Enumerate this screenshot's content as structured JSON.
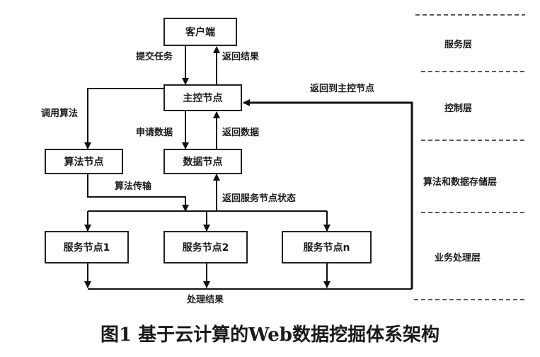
{
  "nodes": {
    "client": "客户端",
    "master": "主控节点",
    "algorithm": "算法节点",
    "data": "数据节点",
    "service1": "服务节点1",
    "service2": "服务节点2",
    "servicen": "服务节点n"
  },
  "edge_labels": {
    "submit_task": "提交任务",
    "return_result": "返回结果",
    "return_to_master": "返回到主控节点",
    "call_algorithm": "调用算法",
    "request_data": "申请数据",
    "return_data": "返回数据",
    "algorithm_transfer": "算法传输",
    "return_service_status": "返回服务节点状态",
    "processing_result": "处理结果"
  },
  "layers": {
    "service": "服务层",
    "control": "控制层",
    "algo_storage": "算法和数据存储层",
    "business": "业务处理层"
  },
  "caption": "图1   基于云计算的Web数据挖掘体系架构"
}
